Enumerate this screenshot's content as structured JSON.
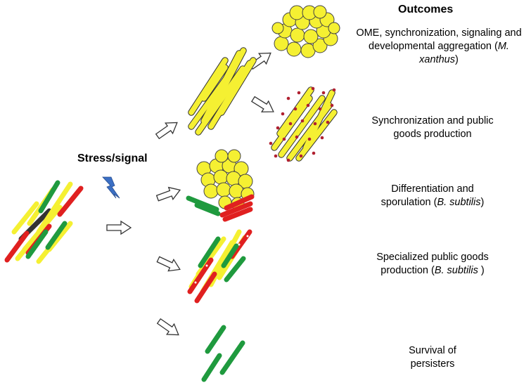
{
  "header": {
    "outcomes_title": "Outcomes"
  },
  "trigger_label": "Stress/signal",
  "outcomes": [
    {
      "line1_pre": "OME, synchronization, signaling and",
      "line2_pre": "developmental aggregation (",
      "species": "M. xanthus",
      "line2_post": ")"
    },
    {
      "line1": "Synchronization and public",
      "line2": "goods production"
    },
    {
      "line1": "Differentiation and",
      "line2_pre": "sporulation (",
      "species": "B. subtilis",
      "line2_post": ")"
    },
    {
      "line1": "Specialized public goods",
      "line2_pre": "production (",
      "species": "B. subtilis",
      "line2_post": " )"
    },
    {
      "line1": "Survival of",
      "line2": "persisters"
    }
  ],
  "colors": {
    "yellow": "#f5f032",
    "red": "#e02020",
    "green": "#1f9a3e",
    "bolt": "#3b6fc4",
    "dots": "#b02030",
    "outline": "#333333"
  }
}
